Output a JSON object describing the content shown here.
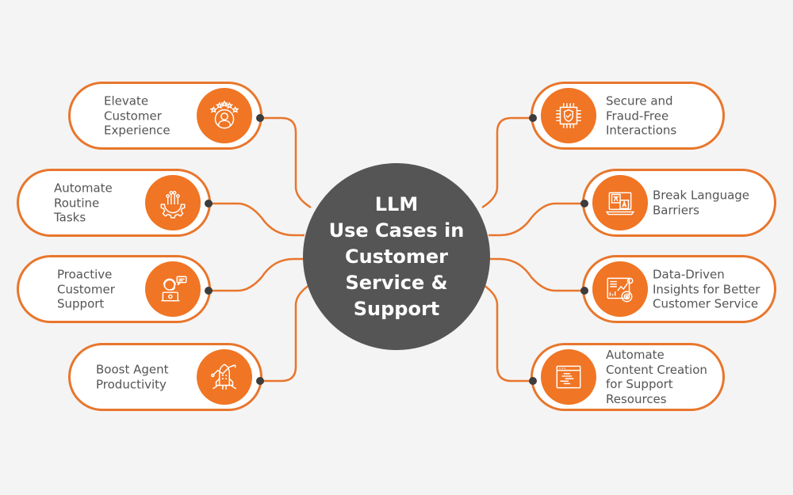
{
  "hub": {
    "title": "LLM\nUse Cases in\nCustomer\nService &\nSupport"
  },
  "colors": {
    "accent": "#f07524",
    "outline": "#e8762c",
    "hub": "#555555",
    "text": "#555555",
    "connector_dot": "#3c3c3c",
    "background": "#f4f4f4"
  },
  "left_items": [
    {
      "label": "Elevate\nCustomer\nExperience",
      "icon": "customer-rating-icon"
    },
    {
      "label": "Automate\nRoutine\nTasks",
      "icon": "automation-gear-icon"
    },
    {
      "label": "Proactive\nCustomer\nSupport",
      "icon": "support-agent-icon"
    },
    {
      "label": "Boost Agent\nProductivity",
      "icon": "rocket-growth-icon"
    }
  ],
  "right_items": [
    {
      "label": "Secure and\nFraud-Free\nInteractions",
      "icon": "secure-chip-icon"
    },
    {
      "label": "Break Language\nBarriers",
      "icon": "translation-icon"
    },
    {
      "label": "Data-Driven\nInsights for Better\nCustomer Service",
      "icon": "analytics-dashboard-icon"
    },
    {
      "label": "Automate\nContent Creation\nfor Support\nResources",
      "icon": "content-code-icon"
    }
  ]
}
